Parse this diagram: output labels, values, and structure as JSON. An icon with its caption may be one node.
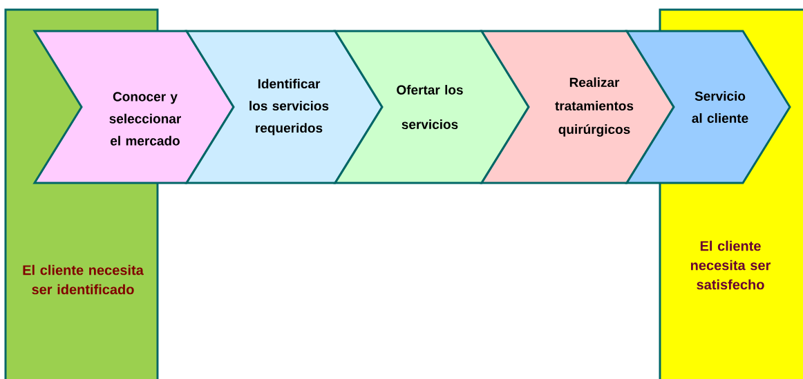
{
  "diagram": {
    "nodes": [
      {
        "text": [
          "El cliente necesita ser identificado"
        ]
      },
      {
        "text": [
          "El cliente necesita ser satisfecho"
        ]
      },
      {
        "text": [
          "Conocer y seleccionar el mercado"
        ]
      },
      {
        "text": [
          "Identificar los servicios requeridos"
        ]
      },
      {
        "text": [
          "Ofertar los servicios"
        ]
      },
      {
        "text": [
          "Realizar tratamientos quirúrgicos"
        ]
      },
      {
        "text": [
          "Servicio al cliente"
        ]
      }
    ]
  }
}
